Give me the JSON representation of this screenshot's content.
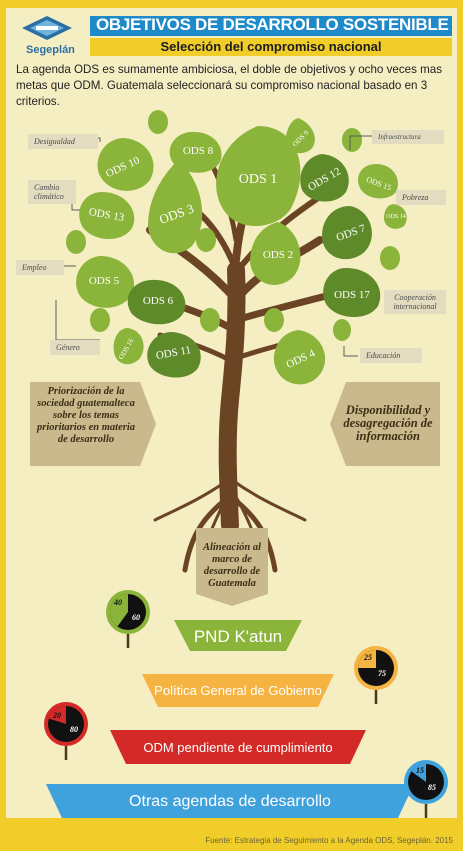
{
  "header": {
    "title": "OBJETIVOS DE DESARROLLO SOSTENIBLE",
    "subtitle": "Selección del compromiso nacional",
    "logo_text": "Segeplán"
  },
  "intro": "La agenda ODS es sumamente ambiciosa, el doble de objetivos y ocho veces mas metas que ODM. Guatemala seleccionará su compromiso nacional basado en 3 criterios.",
  "tree": {
    "leaves": [
      "ODS 1",
      "ODS 2",
      "ODS 3",
      "ODS 4",
      "ODS 5",
      "ODS 6",
      "ODS 7",
      "ODS 8",
      "ODS 9",
      "ODS 10",
      "ODS 11",
      "ODS 12",
      "ODS 13",
      "ODS 14",
      "ODS 15",
      "ODS 16",
      "ODS 17"
    ],
    "labels": {
      "desigualdad": "Desigualdad",
      "cambio_climatico": "Cambio climático",
      "empleo": "Empleo",
      "genero": "Género",
      "infraestructura": "Infraestructura",
      "pobreza": "Pobreza",
      "cooperacion": "Cooperación internacional",
      "educacion": "Educación"
    }
  },
  "criteria": {
    "left": "Priorización de la sociedad guatemalteca sobre los temas prioritarios en materia de desarrollo",
    "right": "Disponibilidad y desagregación de información",
    "center": "Alineación al marco de desarrollo de Guatemala"
  },
  "tiers": [
    {
      "label": "PND K'atun",
      "color": "#8bb43a",
      "pct_small": 40,
      "pct_large": 60
    },
    {
      "label": "Política General de Gobierno",
      "color": "#f5b342",
      "pct_small": 25,
      "pct_large": 75
    },
    {
      "label": "ODM pendiente de cumplimiento",
      "color": "#d42a27",
      "pct_small": 20,
      "pct_large": 80
    },
    {
      "label": "Otras agendas de desarrollo",
      "color": "#3fa2dc",
      "pct_small": 15,
      "pct_large": 85
    }
  ],
  "pie_labels": {
    "p1a": "40",
    "p1b": "60",
    "p2a": "25",
    "p2b": "75",
    "p3a": "20",
    "p3b": "80",
    "p4a": "15",
    "p4b": "85"
  },
  "source": "Fuente: Estrategia de Seguimiento a la Agenda ODS, Segeplán. 2015",
  "colors": {
    "yellow": "#f1cd2a",
    "blue": "#1e8ac9",
    "green": "#8bb43a",
    "trunk": "#6b4424"
  }
}
